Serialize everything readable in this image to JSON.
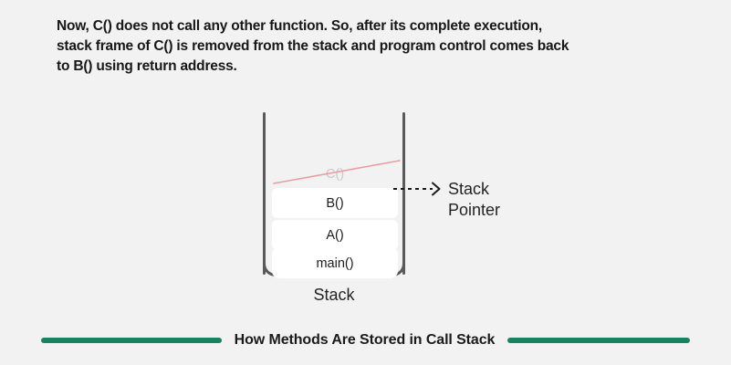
{
  "background_color": "#f2f2f2",
  "caption": {
    "lines": [
      "Now, C() does not call any other function. So, after its complete execution,",
      "stack frame of C() is removed from the stack and program control comes back",
      "to B() using return address."
    ]
  },
  "diagram": {
    "label": "Stack",
    "removed_frame": {
      "label": "C()",
      "text_color": "#c9c9c9",
      "strike_color": "#e79ea0"
    },
    "frames": [
      {
        "label": "B()"
      },
      {
        "label": "A()"
      },
      {
        "label": "main()"
      }
    ],
    "wall_color": "#59595b",
    "frame_fill": "#ffffff"
  },
  "pointer": {
    "label_line1": "Stack",
    "label_line2": "Pointer",
    "arrow_style": "dashed",
    "arrow_color": "#1c1c1c"
  },
  "banner": {
    "title": "How Methods Are Stored in Call Stack",
    "accent_color": "#198262"
  }
}
